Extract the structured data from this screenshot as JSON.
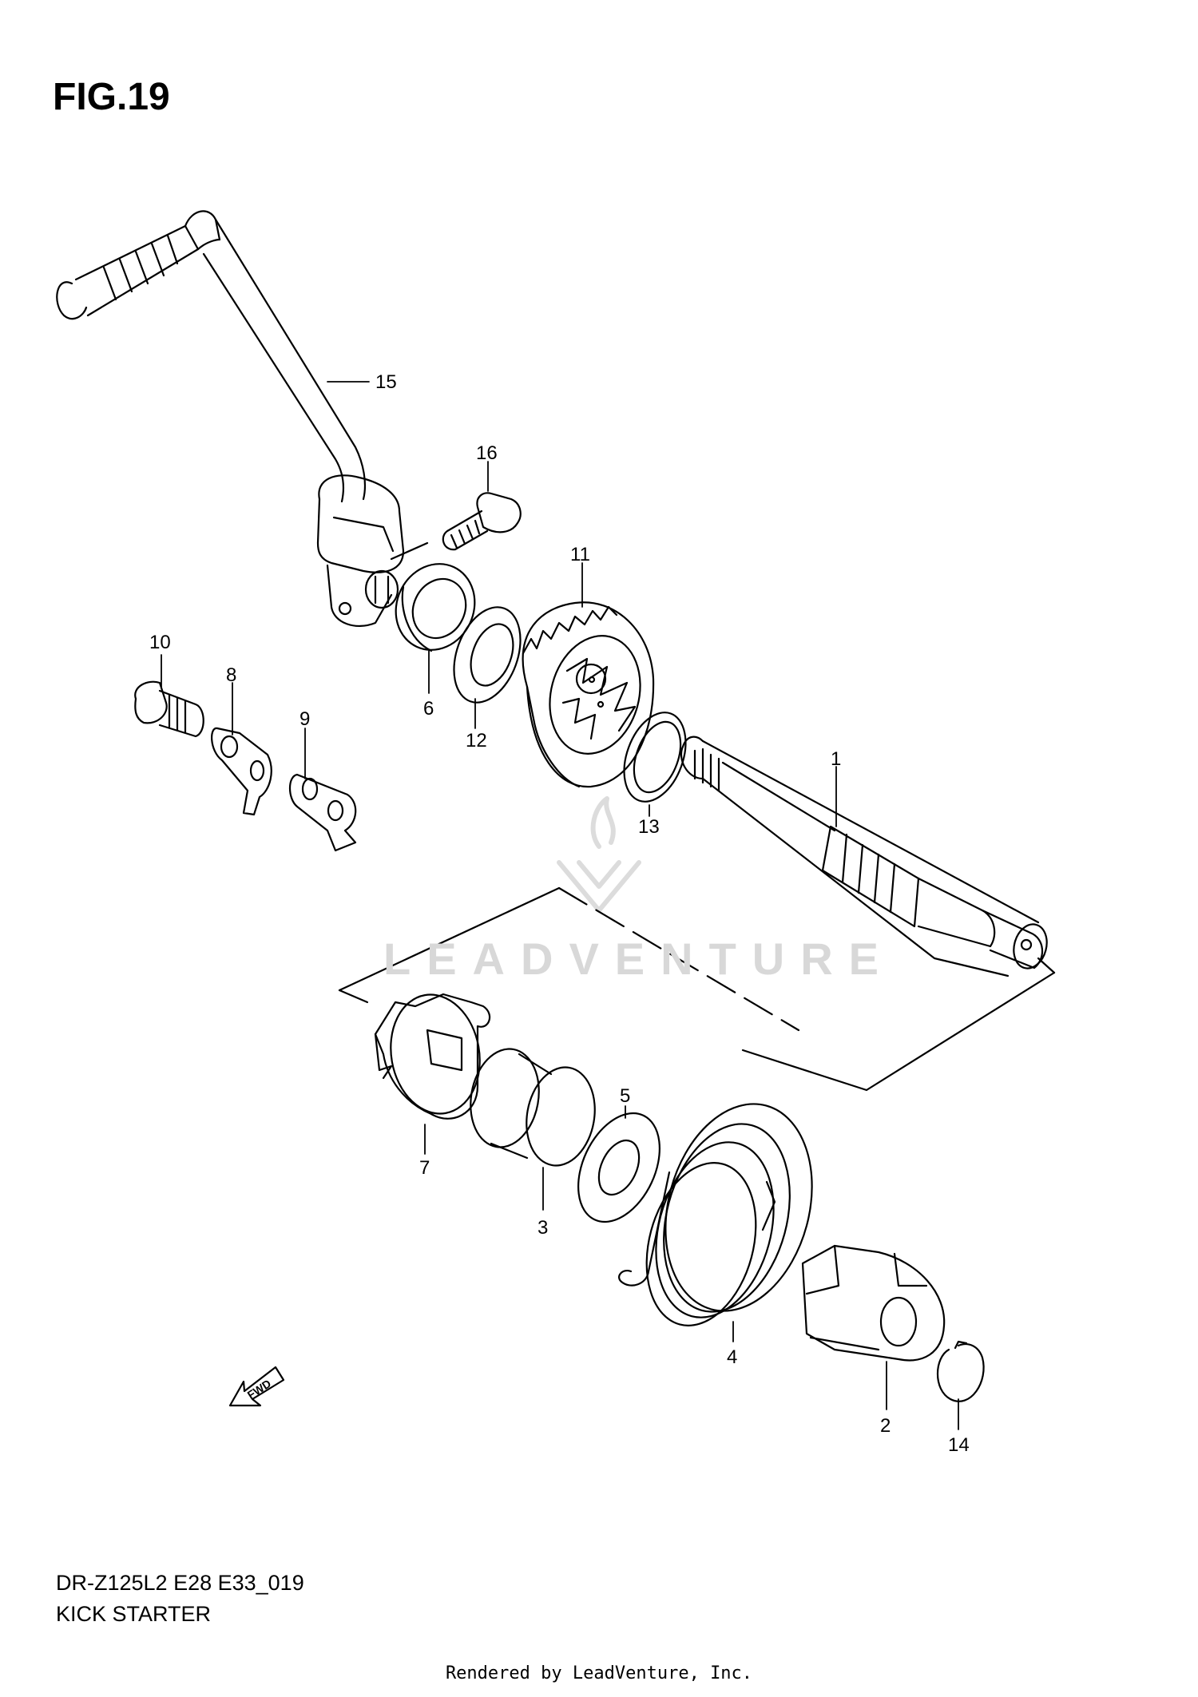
{
  "figure": {
    "title": "FIG.19",
    "model_code": "DR-Z125L2 E28 E33_019",
    "section_name": "KICK STARTER",
    "render_credit": "Rendered by LeadVenture, Inc.",
    "watermark": "LEADVENTURE",
    "fwd_label": "FWD"
  },
  "callouts": {
    "c1": "1",
    "c2": "2",
    "c3": "3",
    "c4": "4",
    "c5": "5",
    "c6": "6",
    "c7": "7",
    "c8": "8",
    "c9": "9",
    "c10": "10",
    "c11": "11",
    "c12": "12",
    "c13": "13",
    "c14": "14",
    "c15": "15",
    "c16": "16"
  },
  "colors": {
    "line": "#000000",
    "background": "#ffffff",
    "watermark": "#d8d8d8"
  }
}
